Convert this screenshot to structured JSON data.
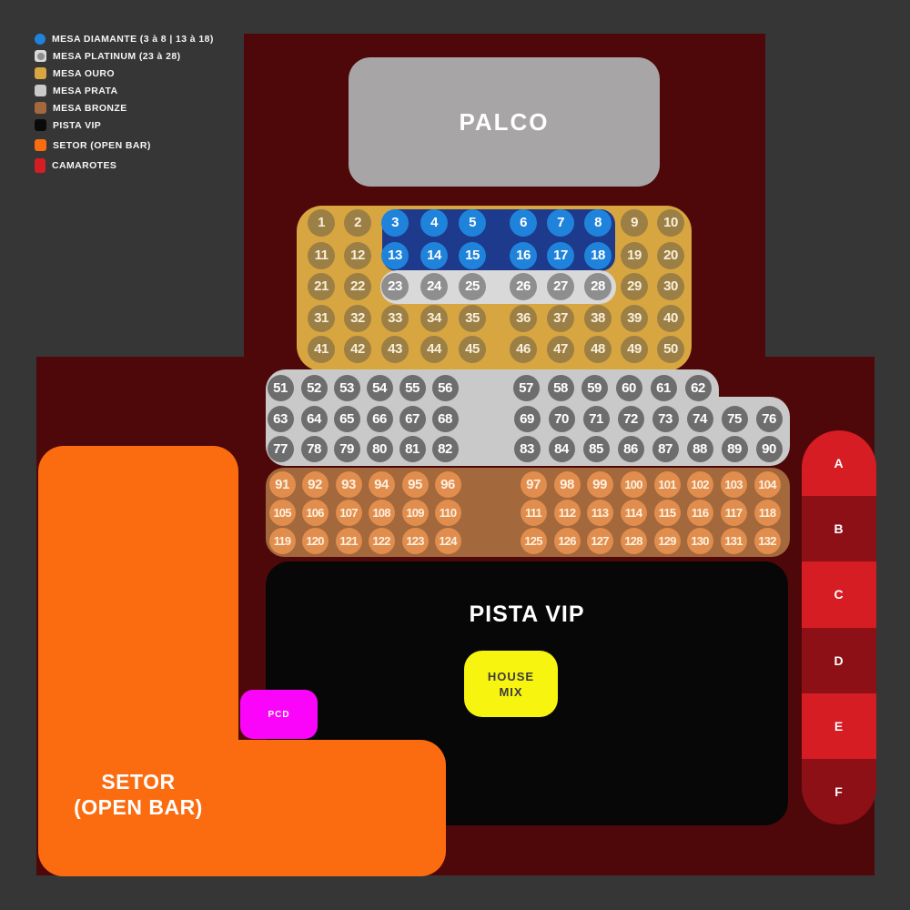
{
  "colors": {
    "background": "#363636",
    "floor": "#4e0809",
    "stage_gray": "#a7a5a5",
    "gold_bg": "#d8a640",
    "gold_circle": "#9c7f45",
    "gold_number": "#f8efd9",
    "diamante_band": "#1d3a8c",
    "diamante_circle": "#1f83dc",
    "platinum_band": "#d9d9d9",
    "platinum_circle": "#8e8e8e",
    "silver_bg": "#c9c9c9",
    "silver_circle": "#6d6d6d",
    "bronze_bg": "#a3683c",
    "bronze_circle": "#e18d4d",
    "bronze_number": "#fdf1df",
    "pista_bg": "#070707",
    "house_mix_bg": "#f7f410",
    "house_mix_text": "#3c3c3c",
    "setor_bg": "#fb6c11",
    "pcd_bg": "#fa05fa",
    "camarote_bright": "#d51d23",
    "camarote_dark": "#8d1016",
    "white_number": "#ffffff"
  },
  "legend": {
    "items": [
      {
        "id": "diamante",
        "label": "MESA DIAMANTE (3 à 8 | 13 à 18)",
        "swatch": "blue-dot",
        "gap_before": false
      },
      {
        "id": "platinum",
        "label": "MESA PLATINUM (23 à 28)",
        "swatch": "platinum-chip",
        "gap_before": false
      },
      {
        "id": "ouro",
        "label": "MESA OURO",
        "swatch": "gold-chip",
        "gap_before": false
      },
      {
        "id": "prata",
        "label": "MESA PRATA",
        "swatch": "silver-chip",
        "gap_before": false
      },
      {
        "id": "bronze",
        "label": "MESA BRONZE",
        "swatch": "bronze-chip",
        "gap_before": false
      },
      {
        "id": "pista",
        "label": "PISTA VIP",
        "swatch": "black-chip",
        "gap_before": false
      },
      {
        "id": "setor",
        "label": "SETOR (OPEN BAR)",
        "swatch": "orange-chip",
        "gap_before": true
      },
      {
        "id": "camarotes",
        "label": "CAMAROTES",
        "swatch": "red-chip",
        "gap_before": true
      }
    ]
  },
  "stage": {
    "label": "PALCO"
  },
  "gold": {
    "rows": [
      {
        "numbers": [
          1,
          2,
          3,
          4,
          5,
          6,
          7,
          8,
          9,
          10
        ],
        "types": [
          "ouro",
          "ouro",
          "diamante",
          "diamante",
          "diamante",
          "diamante",
          "diamante",
          "diamante",
          "ouro",
          "ouro"
        ]
      },
      {
        "numbers": [
          11,
          12,
          13,
          14,
          15,
          16,
          17,
          18,
          19,
          20
        ],
        "types": [
          "ouro",
          "ouro",
          "diamante",
          "diamante",
          "diamante",
          "diamante",
          "diamante",
          "diamante",
          "ouro",
          "ouro"
        ]
      },
      {
        "numbers": [
          21,
          22,
          23,
          24,
          25,
          26,
          27,
          28,
          29,
          30
        ],
        "types": [
          "ouro",
          "ouro",
          "platinum",
          "platinum",
          "platinum",
          "platinum",
          "platinum",
          "platinum",
          "ouro",
          "ouro"
        ]
      },
      {
        "numbers": [
          31,
          32,
          33,
          34,
          35,
          36,
          37,
          38,
          39,
          40
        ],
        "types": [
          "ouro",
          "ouro",
          "ouro",
          "ouro",
          "ouro",
          "ouro",
          "ouro",
          "ouro",
          "ouro",
          "ouro"
        ]
      },
      {
        "numbers": [
          41,
          42,
          43,
          44,
          45,
          46,
          47,
          48,
          49,
          50
        ],
        "types": [
          "ouro",
          "ouro",
          "ouro",
          "ouro",
          "ouro",
          "ouro",
          "ouro",
          "ouro",
          "ouro",
          "ouro"
        ]
      }
    ]
  },
  "silver": {
    "rows": [
      {
        "numbers": [
          51,
          52,
          53,
          54,
          55,
          56,
          57,
          58,
          59,
          60,
          61,
          62
        ],
        "types": [
          "prata",
          "prata",
          "prata",
          "prata",
          "prata",
          "prata",
          "prata",
          "prata",
          "prata",
          "prata",
          "prata",
          "prata"
        ]
      },
      {
        "numbers": [
          63,
          64,
          65,
          66,
          67,
          68,
          69,
          70,
          71,
          72,
          73,
          74,
          75,
          76
        ],
        "types": [
          "prata",
          "prata",
          "prata",
          "prata",
          "prata",
          "prata",
          "prata",
          "prata",
          "prata",
          "prata",
          "prata",
          "prata",
          "prata",
          "prata"
        ]
      },
      {
        "numbers": [
          77,
          78,
          79,
          80,
          81,
          82,
          83,
          84,
          85,
          86,
          87,
          88,
          89,
          90
        ],
        "types": [
          "prata",
          "prata",
          "prata",
          "prata",
          "prata",
          "prata",
          "prata",
          "prata",
          "prata",
          "prata",
          "prata",
          "prata",
          "prata",
          "prata"
        ]
      }
    ]
  },
  "bronze": {
    "rows": [
      {
        "numbers": [
          91,
          92,
          93,
          94,
          95,
          96,
          97,
          98,
          99,
          100,
          101,
          102,
          103,
          104
        ],
        "types": [
          "bronze",
          "bronze",
          "bronze",
          "bronze",
          "bronze",
          "bronze",
          "bronze",
          "bronze",
          "bronze",
          "bronze",
          "bronze",
          "bronze",
          "bronze",
          "bronze"
        ]
      },
      {
        "numbers": [
          105,
          106,
          107,
          108,
          109,
          110,
          111,
          112,
          113,
          114,
          115,
          116,
          117,
          118
        ],
        "types": [
          "bronze",
          "bronze",
          "bronze",
          "bronze",
          "bronze",
          "bronze",
          "bronze",
          "bronze",
          "bronze",
          "bronze",
          "bronze",
          "bronze",
          "bronze",
          "bronze"
        ]
      },
      {
        "numbers": [
          119,
          120,
          121,
          122,
          123,
          124,
          125,
          126,
          127,
          128,
          129,
          130,
          131,
          132
        ],
        "types": [
          "bronze",
          "bronze",
          "bronze",
          "bronze",
          "bronze",
          "bronze",
          "bronze",
          "bronze",
          "bronze",
          "bronze",
          "bronze",
          "bronze",
          "bronze",
          "bronze"
        ]
      }
    ]
  },
  "pista_vip": {
    "label": "PISTA VIP"
  },
  "house_mix": {
    "lines": [
      "HOUSE",
      "MIX"
    ]
  },
  "setor": {
    "lines": [
      "SETOR",
      "(OPEN BAR)"
    ]
  },
  "pcd": {
    "label": "PCD"
  },
  "camarotes": {
    "cells": [
      {
        "label": "A",
        "tone": "bright"
      },
      {
        "label": "B",
        "tone": "dark"
      },
      {
        "label": "C",
        "tone": "bright"
      },
      {
        "label": "D",
        "tone": "dark"
      },
      {
        "label": "E",
        "tone": "bright"
      },
      {
        "label": "F",
        "tone": "dark"
      }
    ]
  }
}
